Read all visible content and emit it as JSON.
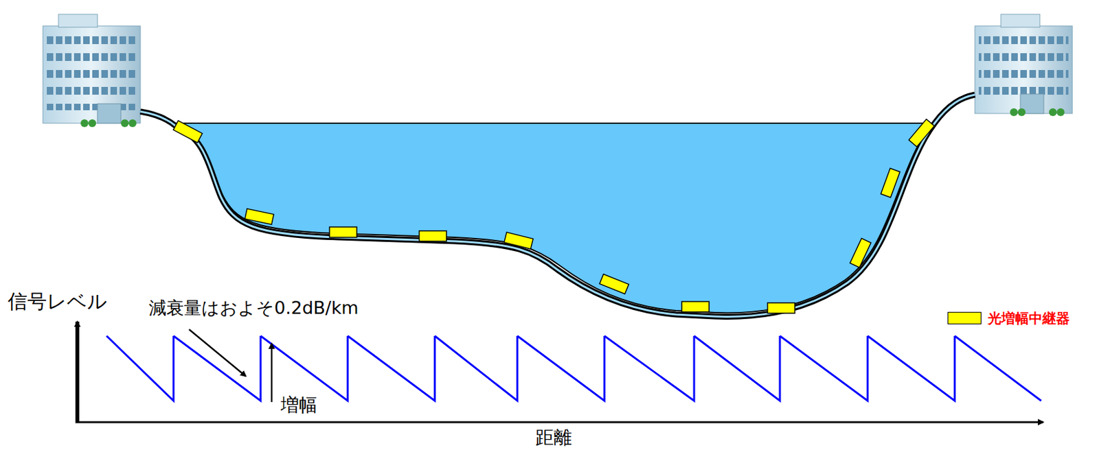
{
  "diagram": {
    "labels": [
      "信号レベル",
      "減衰量はおよそ0.2dB/km",
      "増幅",
      "距離"
    ],
    "legend": [
      {
        "text": "光増幅中継器",
        "color": "#ffff00"
      }
    ]
  }
}
